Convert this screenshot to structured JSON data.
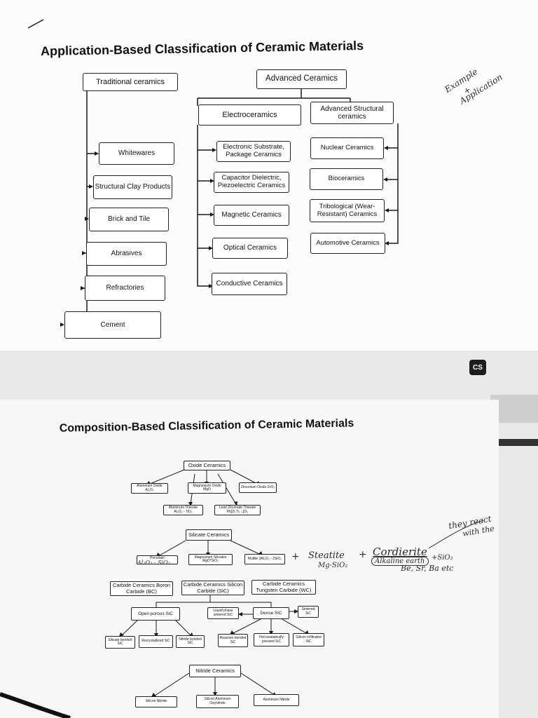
{
  "section1": {
    "title": "Application-Based Classification of Ceramic Materials",
    "traditional": {
      "label": "Traditional ceramics",
      "items": [
        "Whitewares",
        "Structural Clay Products",
        "Brick and Tile",
        "Abrasives",
        "Refractories",
        "Cement"
      ]
    },
    "advanced": {
      "label": "Advanced Ceramics",
      "electro": {
        "label": "Electroceramics",
        "items": [
          "Electronic Substrate, Package Ceramics",
          "Capacitor Dielectric, Piezoelectric Ceramics",
          "Magnetic Ceramics",
          "Optical Ceramics",
          "Conductive Ceramics"
        ]
      },
      "structural": {
        "label": "Advanced Structural ceramics",
        "items": [
          "Nuclear Ceramics",
          "Bioceramics",
          "Tribological (Wear-Resistant) Ceramics",
          "Automotive Ceramics"
        ]
      }
    },
    "note": [
      "Example",
      "+",
      "Application"
    ]
  },
  "badge": "CS",
  "section2": {
    "title": "Composition-Based Classification of Ceramic Materials",
    "oxide": {
      "label": "Oxide Ceramics",
      "items": [
        "Aluminum Oxide Al₂O₃",
        "Magnesium Oxide MgO",
        "Zirconium Oxide ZrO₂",
        "Aluminum Titanate Al₂O₃ - TiO₂",
        "Lead Zirconate Titanate Pb[Zr,Ti₁₋ₓ]O₃"
      ]
    },
    "silicate": {
      "label": "Silicate Ceramics",
      "items": [
        "Porcelain",
        "Magnesium Silicates MgO*SiO₂",
        "Mullite 3Al₂O₃ - 2SiO₂"
      ]
    },
    "carbide": {
      "items": [
        "Carbide Ceramics Boron Carbide (BC)",
        "Carbide Ceramics Silicon Carbide (SiC)",
        "Carbide Ceramics Tungsten Carbide (WC)"
      ],
      "open_porous": "Open porous SiC",
      "open_children": [
        "Silicate bonded SiC",
        "Recrystallized SiC",
        "Nitride bonded SiC"
      ],
      "liquid": "Liquid phase sintered SiC",
      "dense": "Dense SiC",
      "sintered": "Sintered SiC",
      "dense_children": [
        "Reaction bonded SiC",
        "Hot isostatically pressed SiC",
        "Silicon infiltrated SiC"
      ]
    },
    "nitride": {
      "label": "Nitride Ceramics",
      "items": [
        "Silicon Nitride",
        "Silicon Aluminum Oxynitride",
        "Aluminum Nitride"
      ]
    },
    "hand": {
      "porcelain_formula": "Al₂O₃ - SiO₂",
      "plus1": "+",
      "steatite": "Steatite",
      "steatite_formula": "Mg-SiO₂",
      "plus2": "+",
      "cordierite": "Cordierite",
      "alkaline": "Alkaline earth",
      "sio2": "+SiO₂",
      "elements": "Be, Sr, Ba etc",
      "they_react": "they react",
      "with_the": "with the"
    }
  }
}
